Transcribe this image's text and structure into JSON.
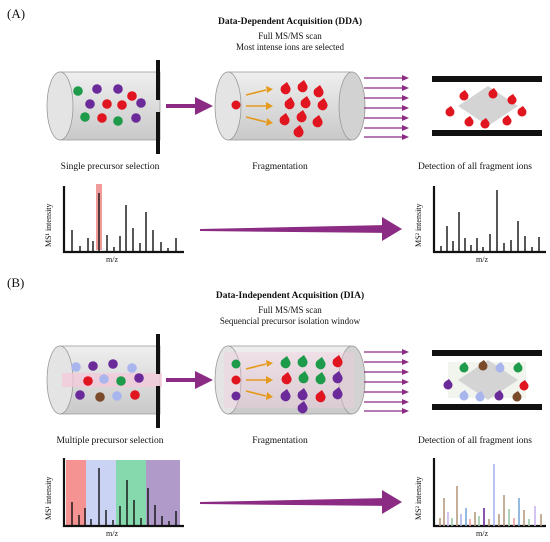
{
  "panels": [
    {
      "label": "(A)",
      "title": "Data-Dependent Acquisition (DDA)",
      "subtitle_line1": "Full MS/MS scan",
      "subtitle_line2": "Most intense ions are selected",
      "cap_selection": "Single precursor selection",
      "cap_fragmentation": "Fragmentation",
      "cap_detection": "Detection of all fragment ions",
      "ms1_ylabel": "MS¹ intensity",
      "ms1_xlabel": "m/z",
      "ms2_ylabel": "MS² intensity",
      "ms2_xlabel": "m/z"
    },
    {
      "label": "(B)",
      "title": "Data-Independent Acquisition (DIA)",
      "subtitle_line1": "Full MS/MS scan",
      "subtitle_line2": "Sequencial precursor isolation window",
      "cap_selection": "Multiple precursor selection",
      "cap_fragmentation": "Fragmentation",
      "cap_detection": "Detection of all fragment ions",
      "ms1_ylabel": "MS¹ intensity",
      "ms1_xlabel": "m/z",
      "ms2_ylabel": "MS² intensity",
      "ms2_xlabel": "m/z"
    }
  ],
  "colors": {
    "arrow_purple": "#8b2b83",
    "ion_red": "#e0151f",
    "ion_green": "#1e9b4a",
    "ion_purple": "#6b2a9a",
    "ion_blue": "#a9b6ee",
    "ion_brown": "#7a4a2a",
    "small_arrow_orange": "#e59a1e",
    "cylinder": "#d9d9d9",
    "window_red": "#f26d6d",
    "window_blue": "#b9c4f2",
    "window_green": "#52c88a",
    "window_purple": "#8e6fb3"
  }
}
